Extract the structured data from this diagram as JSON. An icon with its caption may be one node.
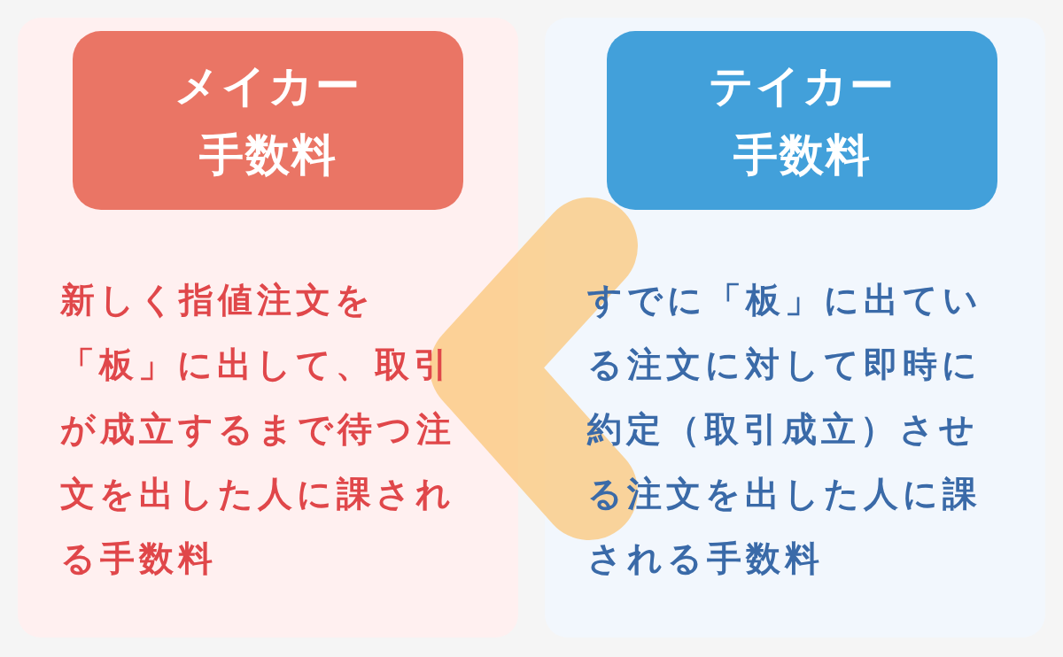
{
  "diagram": {
    "nodes": [
      {
        "text": [
          "新しく指値注文を「板」に出して、取引が成立するまで待つ注文を出した人に課される手数料"
        ]
      },
      {
        "text": [
          "メイカー手数料"
        ],
        "in": 0
      },
      {
        "text": [
          "すでに「板」に出ている注文に対して即時に約定（取引成立）させる注文を出した人に課される手数料"
        ]
      },
      {
        "text": [
          "テイカー手数料"
        ],
        "in": 2
      }
    ]
  }
}
